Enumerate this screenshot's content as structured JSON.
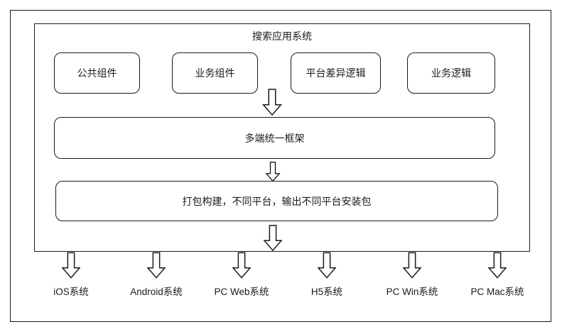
{
  "diagram": {
    "title": "搜索应用系统",
    "component_boxes": [
      "公共组件",
      "业务组件",
      "平台差异逻辑",
      "业务逻辑"
    ],
    "framework_box": "多端统一框架",
    "build_box": "打包构建，不同平台，输出不同平台安装包",
    "platforms": [
      "iOS系统",
      "Android系统",
      "PC Web系统",
      "H5系统",
      "PC Win系统",
      "PC Mac系统"
    ],
    "icons": {
      "flow_arrow": "down-arrow"
    },
    "colors": {
      "line": "#1a1a1a",
      "text": "#1a1a1a",
      "background": "#ffffff"
    }
  }
}
